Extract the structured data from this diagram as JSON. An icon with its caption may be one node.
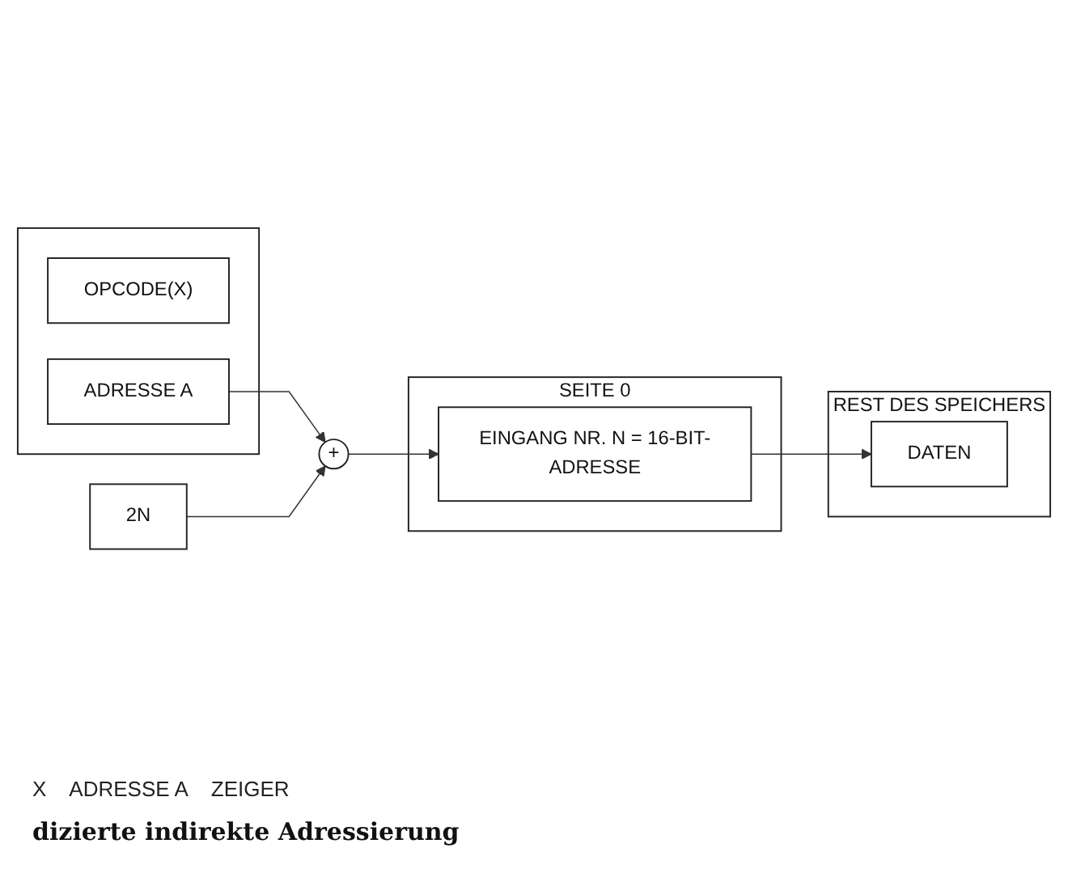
{
  "diagram": {
    "caption": "dizierte indirekte Adressierung",
    "nodes": [
      {
        "text": [],
        "shape": "box"
      },
      {
        "text": [
          "OPCODE(X)"
        ],
        "in": 0
      },
      {
        "text": [
          "ADRESSE A"
        ],
        "in": 0
      },
      {
        "text": [
          "2N"
        ]
      },
      {
        "text": [
          "+"
        ]
      },
      {
        "text": [
          "SEITE 0"
        ]
      },
      {
        "text": [
          "EINGANG NR. N = 16-BIT-ADRESSE"
        ],
        "in": 5
      },
      {
        "text": [
          "REST DES SPEICHERS"
        ]
      },
      {
        "text": [
          "DATEN"
        ],
        "in": 7
      }
    ],
    "edges": [
      {
        "from": 2,
        "to": 4,
        "arrow": "to"
      },
      {
        "from": 3,
        "to": 4,
        "arrow": "to"
      },
      {
        "from": 4,
        "to": 6,
        "arrow": "to"
      },
      {
        "from": 6,
        "to": 8,
        "arrow": "to"
      }
    ],
    "labels": [
      "X",
      "ADRESSE A",
      "ZEIGER"
    ]
  }
}
